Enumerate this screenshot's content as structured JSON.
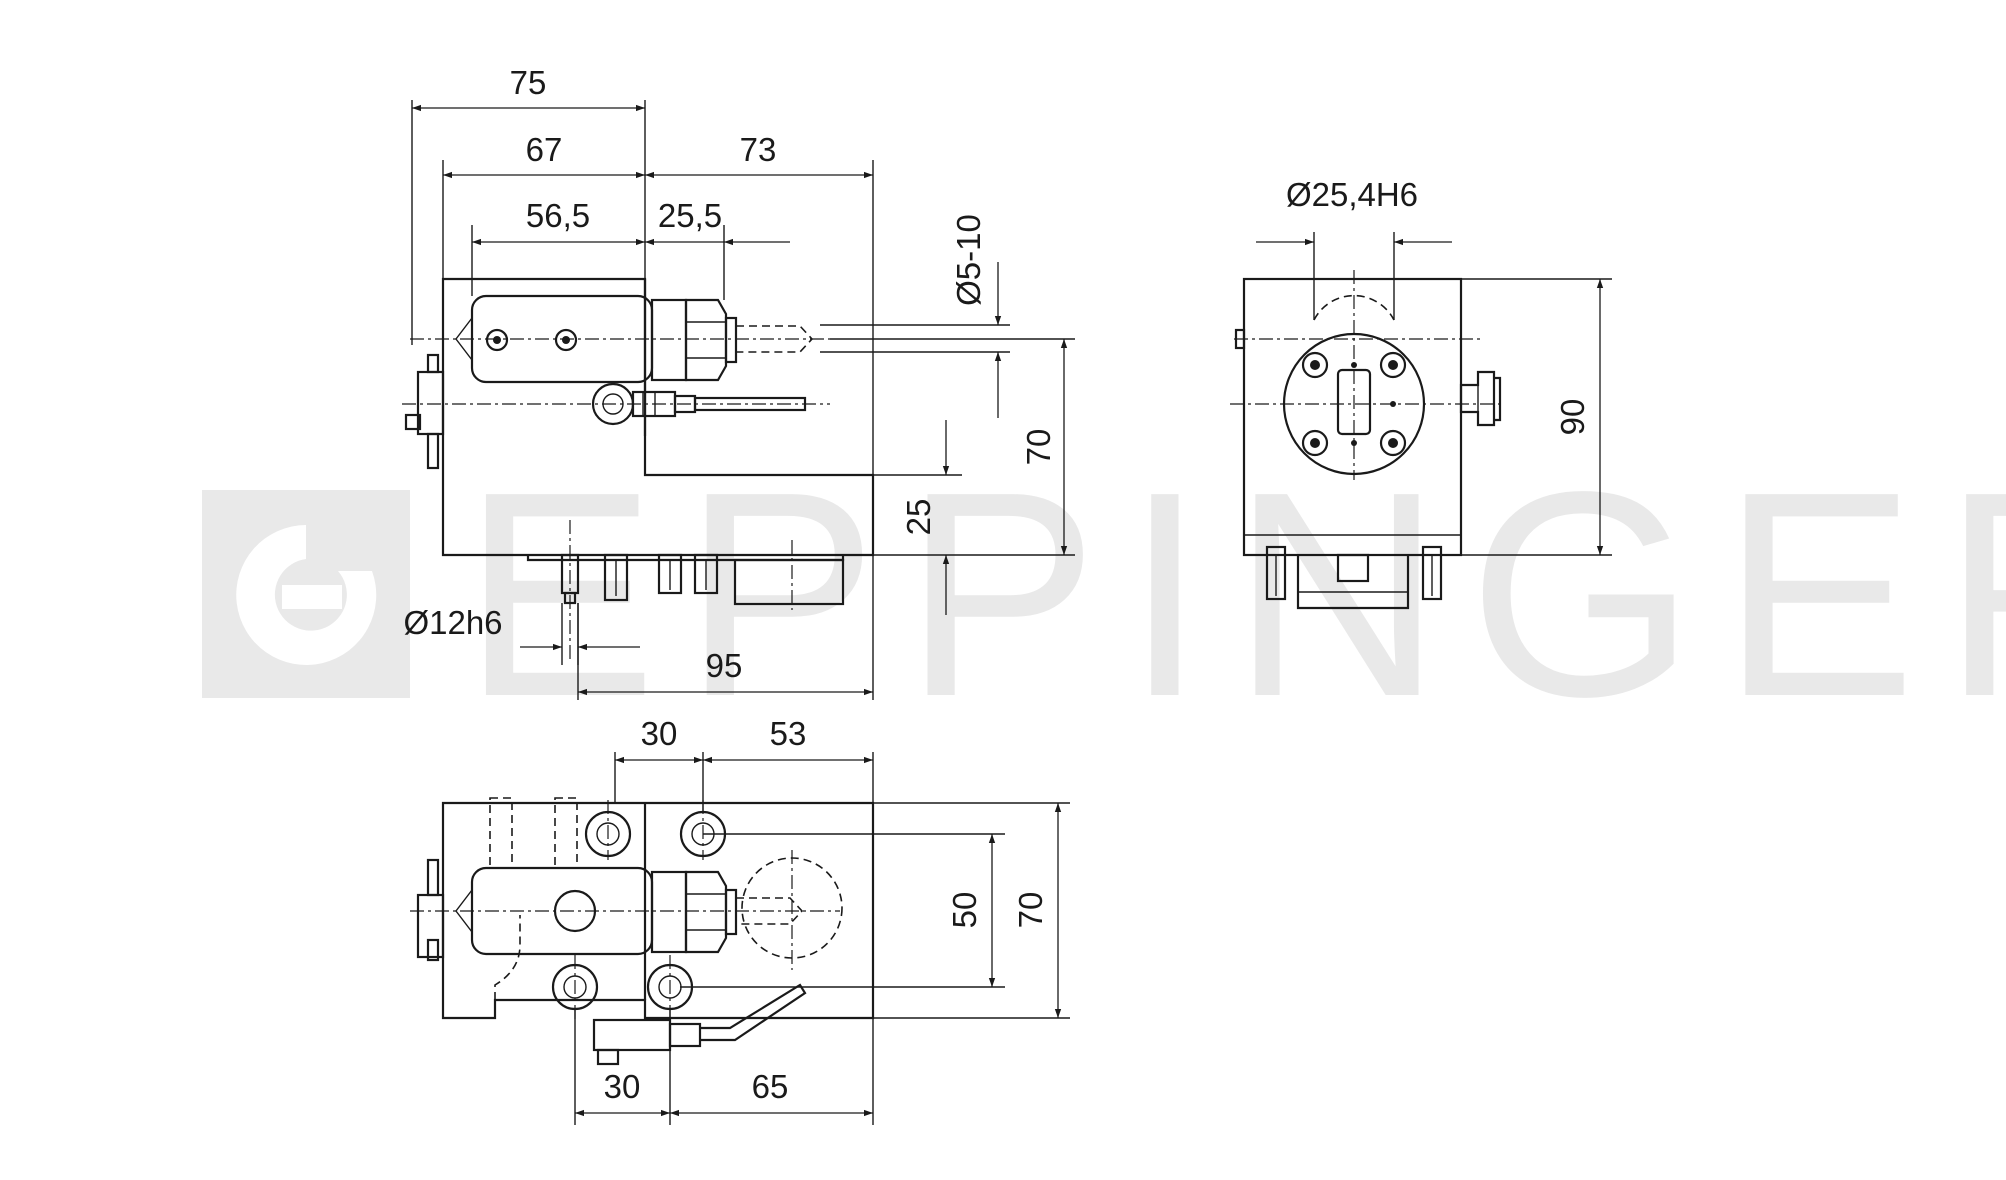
{
  "watermark": {
    "text": "EPPINGER",
    "color": "#e9e9e9"
  },
  "side_view": {
    "dimensions": {
      "d75": "75",
      "d67": "67",
      "d73": "73",
      "d56_5": "56,5",
      "d25_5": "25,5",
      "d5_10": "Ø5-10",
      "d70": "70",
      "d25": "25",
      "d12h6": "Ø12h6",
      "d95": "95"
    }
  },
  "end_view": {
    "dimensions": {
      "d25_4h6": "Ø25,4H6",
      "d90": "90"
    }
  },
  "top_view": {
    "dimensions": {
      "d30_top": "30",
      "d53": "53",
      "d50": "50",
      "d70": "70",
      "d30_bottom": "30",
      "d65": "65"
    }
  },
  "line_color": "#1a1a1a"
}
